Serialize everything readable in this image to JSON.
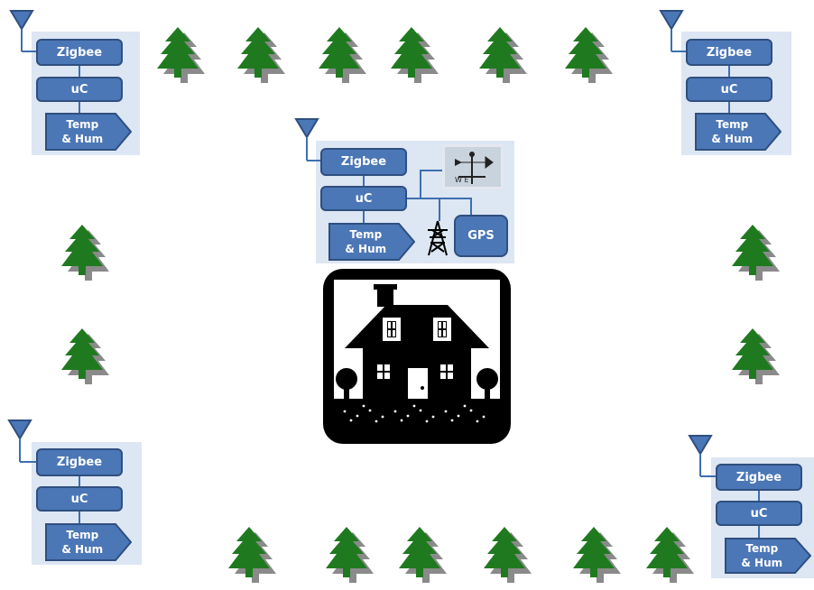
{
  "colors": {
    "box": "#4b77b7",
    "box_border": "#2f4f7f",
    "panel": "#dde6f3",
    "tree": "#1f7a1f",
    "shadow": "#8a8a8a",
    "house": "#000000"
  },
  "nodes": [
    {
      "zigbee": "Zigbee",
      "uc": "uC",
      "sensor_line1": "Temp",
      "sensor_line2": "& Hum"
    },
    {
      "zigbee": "Zigbee",
      "uc": "uC",
      "sensor_line1": "Temp",
      "sensor_line2": "& Hum"
    },
    {
      "zigbee": "Zigbee",
      "uc": "uC",
      "sensor_line1": "Temp",
      "sensor_line2": "& Hum"
    },
    {
      "zigbee": "Zigbee",
      "uc": "uC",
      "sensor_line1": "Temp",
      "sensor_line2": "& Hum"
    }
  ],
  "base_station": {
    "zigbee": "Zigbee",
    "uc": "uC",
    "sensor_line1": "Temp",
    "sensor_line2": "& Hum",
    "gps": "GPS",
    "weather_vane_letters": "W E",
    "icons": [
      "antenna-icon",
      "weather-vane-icon",
      "transmission-tower-icon",
      "gps-module"
    ]
  },
  "icons": {
    "tree": "pine-tree-icon",
    "house": "house-icon",
    "antenna": "antenna-icon"
  }
}
